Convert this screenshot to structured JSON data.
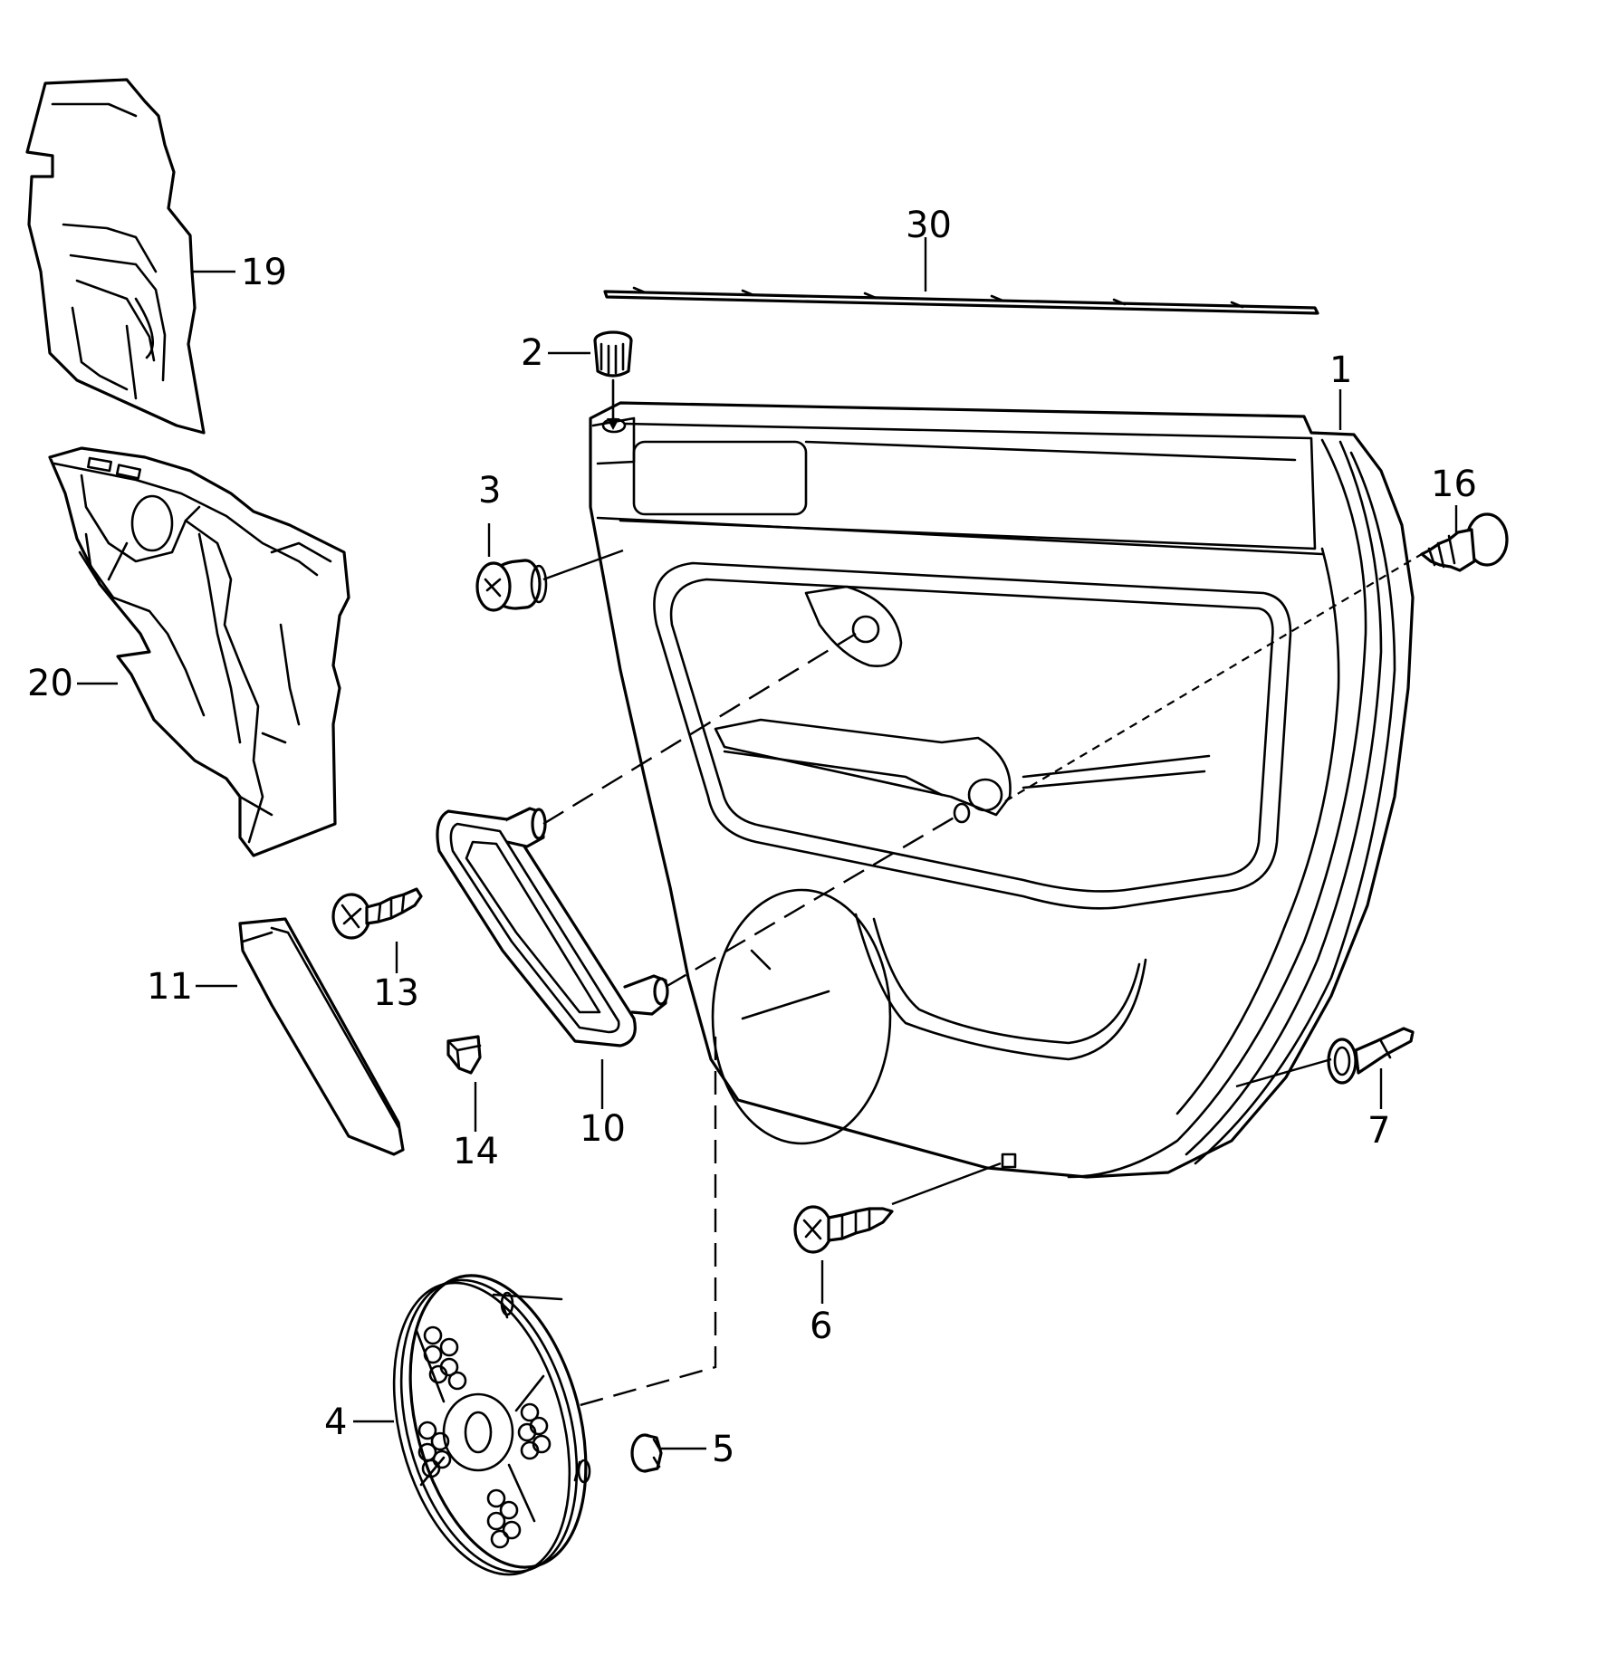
{
  "callouts": {
    "c1": "1",
    "c2": "2",
    "c3": "3",
    "c4": "4",
    "c5": "5",
    "c6": "6",
    "c7": "7",
    "c10": "10",
    "c11": "11",
    "c13": "13",
    "c14": "14",
    "c16": "16",
    "c19": "19",
    "c20": "20",
    "c30": "30"
  }
}
